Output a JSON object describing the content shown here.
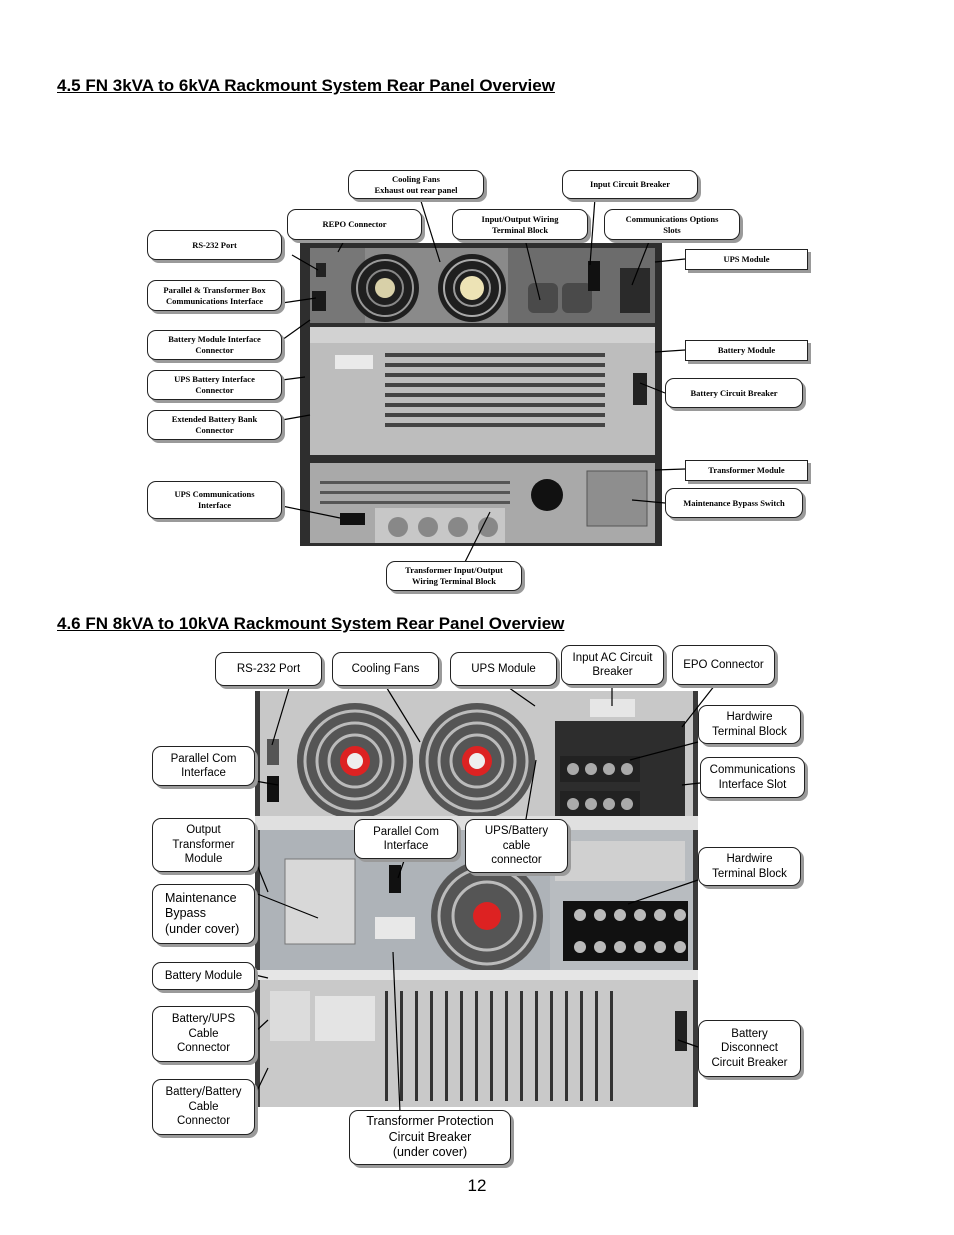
{
  "sections": [
    {
      "heading": "4.5 FN 3kVA to 6kVA Rackmount System Rear Panel Overview",
      "callouts": [
        "Cooling Fans\nExhaust out rear panel",
        "Input Circuit Breaker",
        "REPO Connector",
        "Input/Output Wiring\nTerminal Block",
        "Communications Options\nSlots",
        "RS-232 Port",
        "UPS Module",
        "Parallel & Transformer Box\nCommunications Interface",
        "Battery Module Interface\nConnector",
        "Battery Module",
        "UPS Battery Interface\nConnector",
        "Battery Circuit Breaker",
        "Extended Battery Bank\nConnector",
        "Transformer Module",
        "UPS Communications\nInterface",
        "Maintenance Bypass Switch",
        "Transformer Input/Output\nWiring Terminal Block"
      ]
    },
    {
      "heading": "4.6 FN 8kVA to 10kVA Rackmount System Rear Panel Overview",
      "callouts": [
        "RS-232 Port",
        "Cooling Fans",
        "UPS Module",
        "Input AC Circuit\nBreaker",
        "EPO Connector",
        "Hardwire\nTerminal Block",
        "Parallel Com\nInterface",
        "Communications\nInterface Slot",
        "Output\nTransformer\nModule",
        "Parallel Com\nInterface",
        "UPS/Battery\ncable\nconnector",
        "Hardwire\nTerminal Block",
        "Maintenance\nBypass\n(under cover)",
        "Battery Module",
        "Battery/UPS\nCable\nConnector",
        "Battery\nDisconnect\nCircuit Breaker",
        "Battery/Battery\nCable\nConnector",
        "Transformer Protection\nCircuit Breaker\n(under cover)"
      ]
    }
  ],
  "page_number": "12"
}
